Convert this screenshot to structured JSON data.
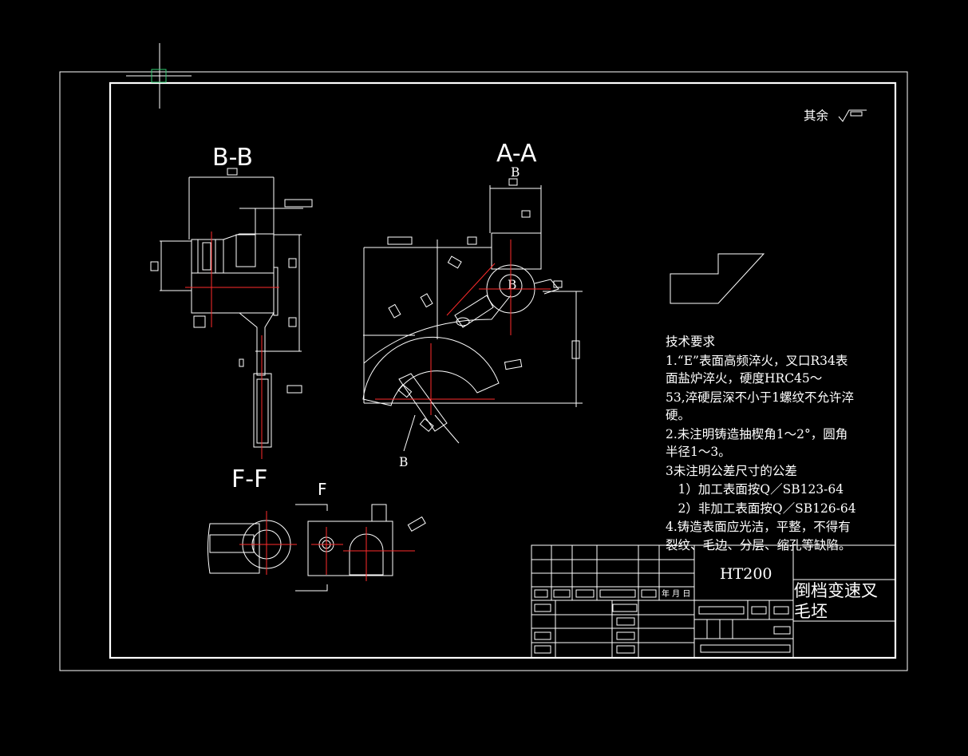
{
  "sections": {
    "bb": "B-B",
    "aa": "A-A",
    "ff": "F-F",
    "f_mark": "F",
    "b_mark_top": "B",
    "b_mark_center": "B",
    "b_mark_bottom": "B"
  },
  "roughness_note": "其余",
  "tech_requirements": {
    "title": "技术要求",
    "lines": [
      "1.“E”表面高频淬火，叉口R34表",
      "面盐炉淬火，硬度HRC45～",
      "53,淬硬层深不小于1螺纹不允许淬",
      "硬。",
      "2.未注明铸造抽楔角1～2°，圆角",
      "半径1～3。",
      "3未注明公差尺寸的公差",
      "　1）加工表面按Q／SB123-64",
      "　2）非加工表面按Q／SB126-64",
      "4.铸造表面应光洁，平整，不得有",
      "裂纹、毛边、分层、缩孔等缺陷。"
    ]
  },
  "title_block": {
    "material": "HT200",
    "part_name_line1": "倒档变速叉",
    "part_name_line2": "毛坯",
    "date_label": "年 月 日"
  }
}
